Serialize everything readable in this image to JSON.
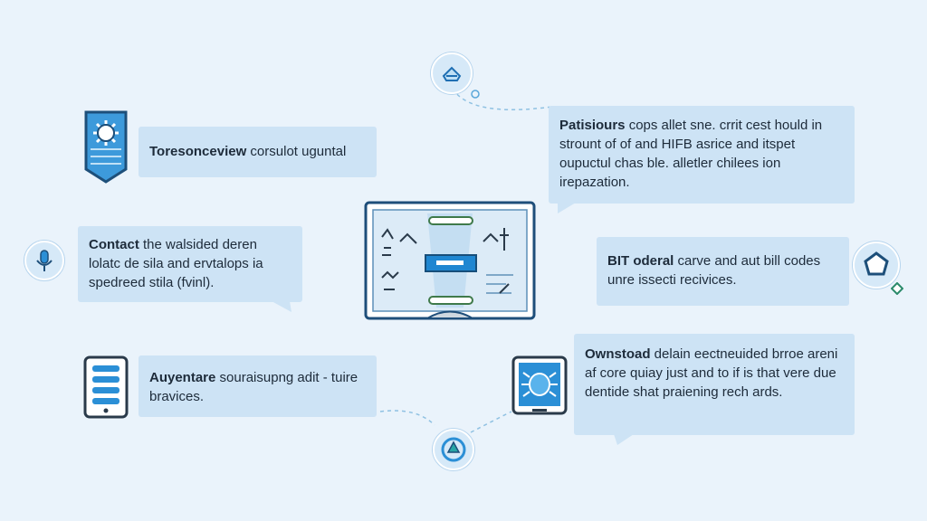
{
  "diagram": {
    "center": {
      "monitor_icon": "monitor-dashboard-icon",
      "screen_badge_icon": "card-icon"
    },
    "callouts": [
      {
        "id": "top-left",
        "icon": "gear-shield-icon",
        "lead": "Toresonceview",
        "text": " corsulot uguntal"
      },
      {
        "id": "mid-left",
        "icon": "microphone-icon",
        "lead": "Contact",
        "text": " the walsided deren lolatc de sila and ervtalops ia spedreed stila (fvinl)."
      },
      {
        "id": "bottom-left",
        "icon": "mobile-list-icon",
        "lead": "Auyentare",
        "text": " souraisupng adit - tuire bravices."
      },
      {
        "id": "top-right",
        "icon": "inbox-icon",
        "lead": "Patisiours",
        "text": " cops allet sne. crrit cest hould in strount of of and HIFB asrice and itspet oupuctul chas ble. alletler chilees ion irepazation."
      },
      {
        "id": "mid-right",
        "icon": "pentagon-icon",
        "lead": "BIT oderal",
        "text": " carve and aut bill codes unre issecti recivices."
      },
      {
        "id": "bottom-right",
        "icon": "bug-screen-icon",
        "lead": "Ownstoad",
        "text": " delain eectneuided brroe areni af core quiay just and to if is that vere due dentide shat praiening rech ards."
      }
    ],
    "bottom_node_icon": "recycle-icon",
    "colors": {
      "background": "#eaf3fb",
      "callout": "#cde3f5",
      "accent": "#2b8fd6",
      "dark": "#2a3a4a"
    }
  }
}
